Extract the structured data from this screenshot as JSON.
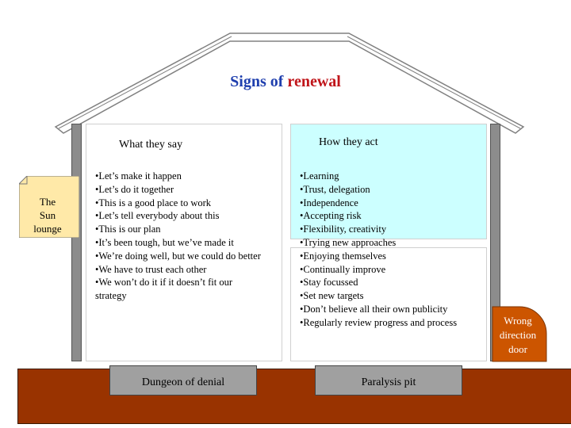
{
  "title": {
    "part1": "Signs of",
    "part2": "renewal"
  },
  "say": {
    "heading": "What they say",
    "items": [
      "•Let’s make it happen",
      "•Let’s do it together",
      "•This is a good place to work",
      "•Let’s tell everybody about this",
      "•This is our plan",
      "•It’s been tough, but we’ve made it",
      "•We’re doing well, but we could do better",
      "•We have to trust each other",
      "•We won’t do it if it doesn’t fit our strategy"
    ]
  },
  "act": {
    "heading": "How they act",
    "items": [
      "•Learning",
      "•Trust, delegation",
      "•Independence",
      "•Accepting risk",
      "•Flexibility, creativity",
      "•Trying new approaches",
      "•Enjoying themselves",
      "•Continually improve",
      "•Stay focussed",
      "•Set new targets",
      "•Don’t believe all their own publicity",
      "•Regularly review progress and process"
    ]
  },
  "sun_lounge": {
    "line1": "The",
    "line2": "Sun",
    "line3": "lounge"
  },
  "dungeon": "Dungeon of denial",
  "paralysis": "Paralysis pit",
  "door": {
    "line1": "Wrong",
    "line2": "direction",
    "line3": "door"
  },
  "colors": {
    "title_blue": "#1f3fae",
    "title_red": "#c0151a",
    "act_top_bg": "#ccffff",
    "ground": "#993300",
    "door": "#cc5500",
    "sun_lounge": "#ffe9a8",
    "wall_gray": "#8c8c8c"
  }
}
